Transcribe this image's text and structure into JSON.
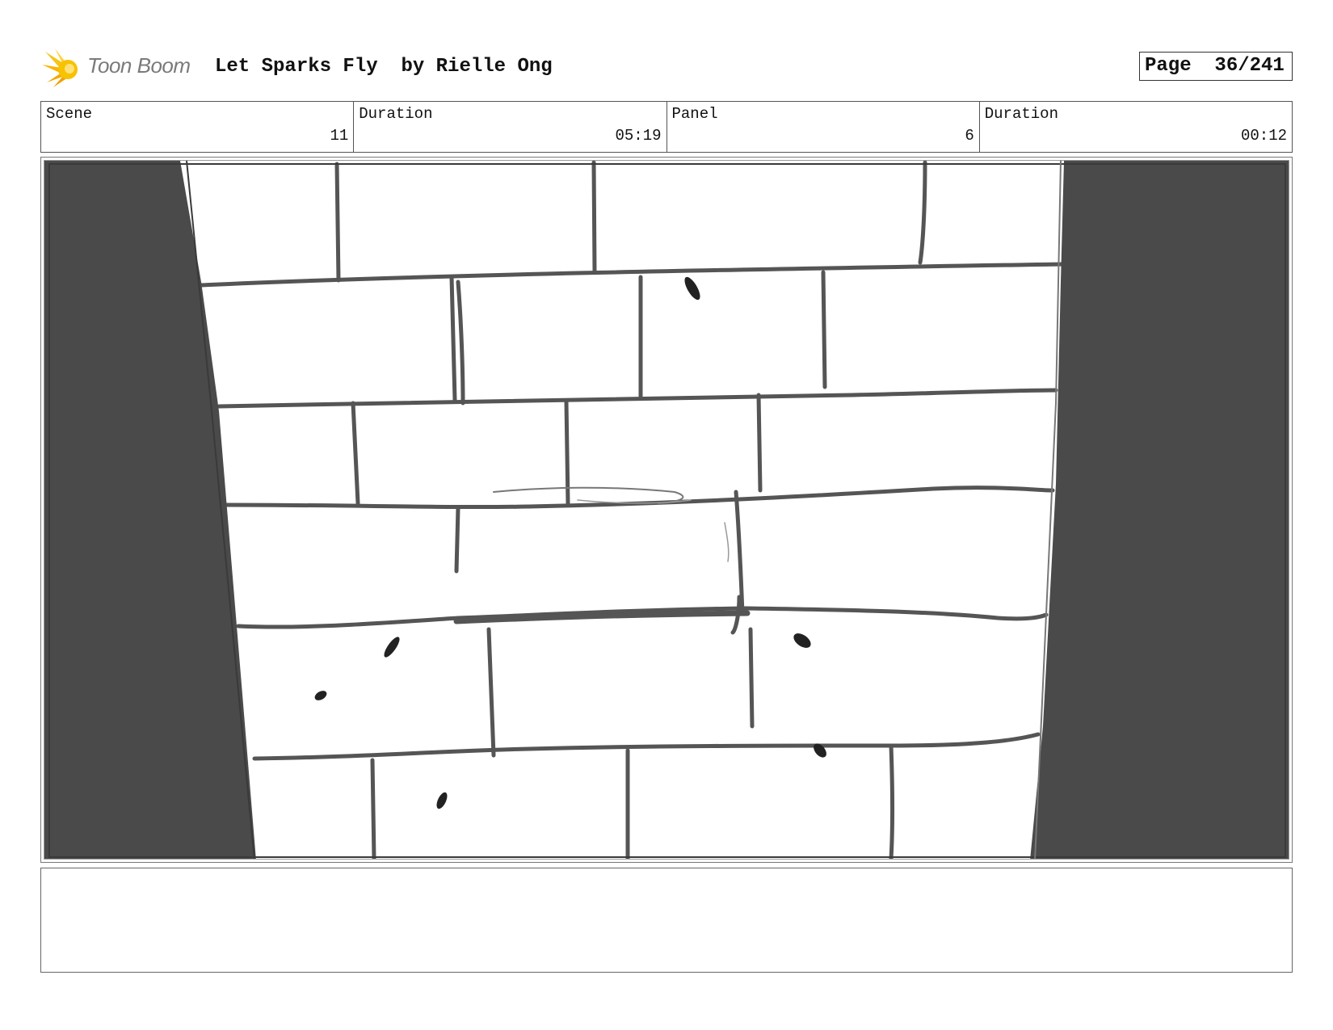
{
  "header": {
    "logo_text": "Toon Boom",
    "title": "Let Sparks Fly  by Rielle Ong",
    "page_label": "Page",
    "page_value": "36/241"
  },
  "info": {
    "scene_label": "Scene",
    "scene_value": "11",
    "scene_duration_label": "Duration",
    "scene_duration_value": "05:19",
    "panel_label": "Panel",
    "panel_value": "6",
    "panel_duration_label": "Duration",
    "panel_duration_value": "00:12"
  },
  "panel_image": {
    "icon": "brick-wall-sketch",
    "colors": {
      "wall_shadow": "#4a4a4a",
      "line": "#555555",
      "spot": "#222222"
    }
  },
  "notes": {
    "text": ""
  }
}
